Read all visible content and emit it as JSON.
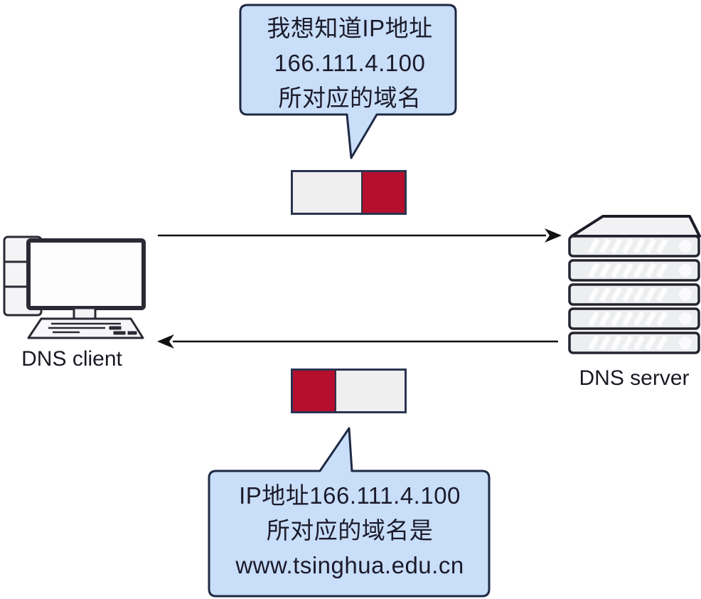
{
  "diagram": {
    "client": {
      "label": "DNS client"
    },
    "server": {
      "label": "DNS server"
    },
    "request": {
      "bubble_lines": [
        "我想知道IP地址",
        "166.111.4.100",
        "所对应的域名"
      ]
    },
    "response": {
      "bubble_lines": [
        "IP地址166.111.4.100",
        "所对应的域名是",
        "www.tsinghua.edu.cn"
      ]
    },
    "colors": {
      "bubble_fill": "#c9def8",
      "bubble_border": "#1e2a45",
      "packet_red": "#b60e2d",
      "packet_gray": "#efefef",
      "packet_border": "#2a3450",
      "arrow": "#111111",
      "label_text": "#1a1a24"
    }
  }
}
